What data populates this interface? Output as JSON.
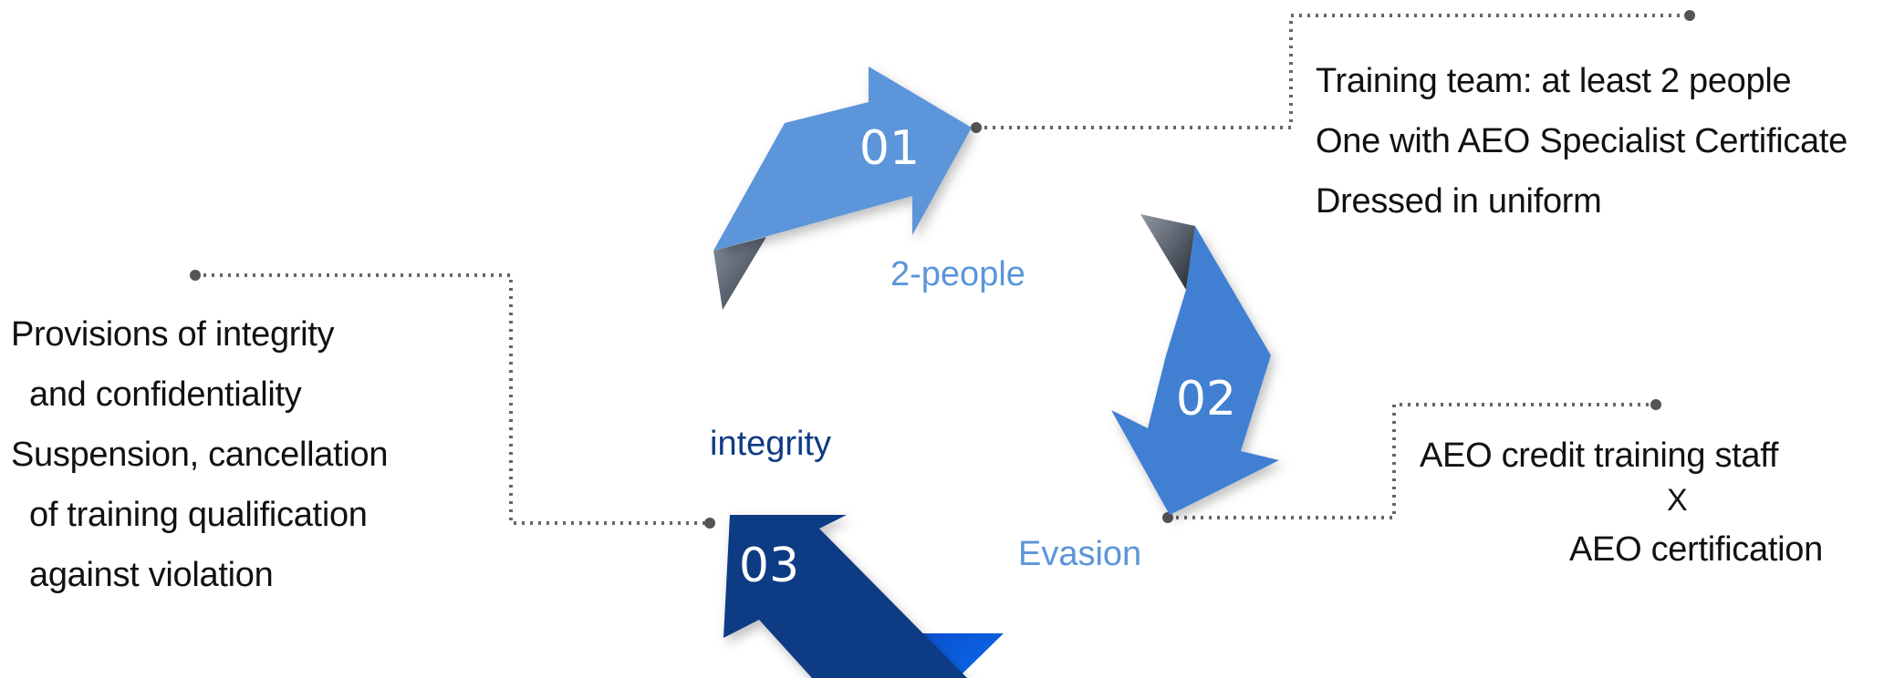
{
  "colors": {
    "light_blue": "#5B95D9",
    "mid_blue": "#3F7FD2",
    "dark_blue": "#0E3B84",
    "fold_grey": "#4A5260",
    "connector_grey": "#666666",
    "text": "#111111"
  },
  "steps": [
    {
      "number": "01",
      "keyword": "2-people",
      "bullet_marker": "",
      "bullets": [
        "Training team: at least 2 people",
        "One with AEO Specialist Certificate",
        " Dressed in uniform"
      ]
    },
    {
      "number": "02",
      "keyword": "Evasion",
      "bullet_marker": "",
      "bullets": [
        " AEO credit training staff",
        " AEO certification"
      ],
      "connector_symbol": "X"
    },
    {
      "number": "03",
      "keyword": "integrity",
      "bullet_marker": "",
      "bullets": [
        "Provisions of integrity",
        "and confidentiality",
        "Suspension, cancellation",
        "of training qualification",
        "against violation"
      ]
    }
  ]
}
